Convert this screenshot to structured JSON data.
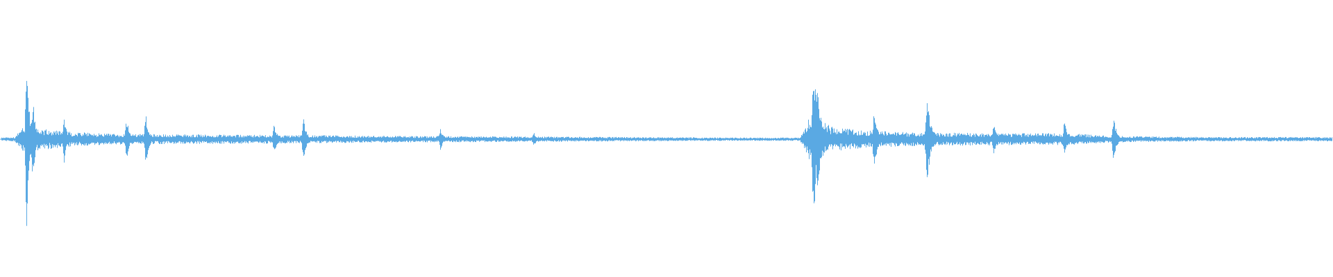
{
  "waveform": {
    "color": "#5aa9e3",
    "background": "#ffffff",
    "baseline_amplitude": 0.02,
    "noise_envelope": [
      [
        0.0,
        0.015
      ],
      [
        0.01,
        0.02
      ],
      [
        0.016,
        0.12
      ],
      [
        0.03,
        0.1
      ],
      [
        0.05,
        0.07
      ],
      [
        0.08,
        0.05
      ],
      [
        0.12,
        0.045
      ],
      [
        0.2,
        0.04
      ],
      [
        0.3,
        0.03
      ],
      [
        0.4,
        0.025
      ],
      [
        0.5,
        0.018
      ],
      [
        0.55,
        0.015
      ],
      [
        0.6,
        0.015
      ],
      [
        0.608,
        0.22
      ],
      [
        0.625,
        0.11
      ],
      [
        0.65,
        0.08
      ],
      [
        0.69,
        0.06
      ],
      [
        0.72,
        0.06
      ],
      [
        0.76,
        0.055
      ],
      [
        0.8,
        0.055
      ],
      [
        0.835,
        0.03
      ],
      [
        0.9,
        0.02
      ],
      [
        1.0,
        0.02
      ]
    ],
    "peaks": [
      {
        "pos": 0.0188,
        "amp": 1.0,
        "width": 0.0025
      },
      {
        "pos": 0.0235,
        "amp": 0.45,
        "width": 0.003
      },
      {
        "pos": 0.047,
        "amp": 0.28,
        "width": 0.003
      },
      {
        "pos": 0.094,
        "amp": 0.24,
        "width": 0.003
      },
      {
        "pos": 0.1085,
        "amp": 0.3,
        "width": 0.003
      },
      {
        "pos": 0.205,
        "amp": 0.18,
        "width": 0.003
      },
      {
        "pos": 0.227,
        "amp": 0.24,
        "width": 0.003
      },
      {
        "pos": 0.33,
        "amp": 0.12,
        "width": 0.003
      },
      {
        "pos": 0.4,
        "amp": 0.08,
        "width": 0.003
      },
      {
        "pos": 0.6105,
        "amp": 1.0,
        "width": 0.0035
      },
      {
        "pos": 0.6135,
        "amp": 0.55,
        "width": 0.004
      },
      {
        "pos": 0.656,
        "amp": 0.36,
        "width": 0.003
      },
      {
        "pos": 0.696,
        "amp": 0.45,
        "width": 0.004
      },
      {
        "pos": 0.746,
        "amp": 0.16,
        "width": 0.003
      },
      {
        "pos": 0.799,
        "amp": 0.2,
        "width": 0.003
      },
      {
        "pos": 0.836,
        "amp": 0.26,
        "width": 0.003
      }
    ]
  }
}
